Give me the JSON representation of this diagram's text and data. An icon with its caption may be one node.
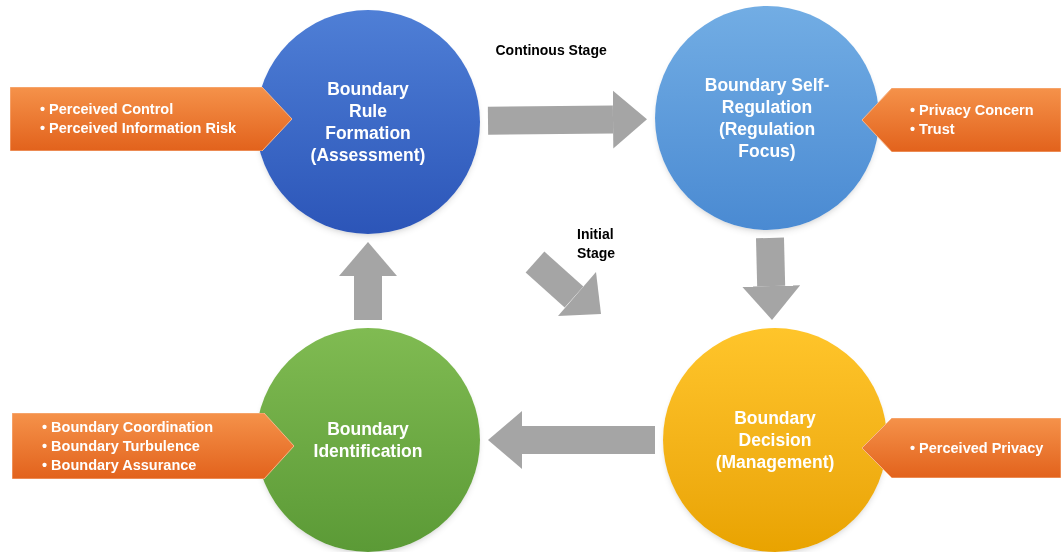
{
  "diagram": {
    "nodes": [
      {
        "text": [
          "Boundary Rule Formation (Assessment)"
        ]
      },
      {
        "text": [
          "Boundary Self-Regulation (Regulation Focus)"
        ]
      },
      {
        "text": [
          "Boundary Decision (Management)"
        ]
      },
      {
        "text": [
          "Boundary Identification"
        ]
      },
      {
        "text": [
          "•  Perceived Control",
          "•  Perceived Information Risk"
        ]
      },
      {
        "text": [
          "•  Privacy Concern",
          "•  Trust"
        ]
      },
      {
        "text": [
          "•  Boundary Coordination",
          "•  Boundary Turbulence",
          "•  Boundary Assurance"
        ]
      },
      {
        "text": [
          "•  Perceived Privacy"
        ]
      }
    ],
    "edges": [
      {
        "from": 0,
        "to": 1,
        "arrow": "to",
        "label": "Continous Stage"
      },
      {
        "from": 1,
        "to": 2,
        "arrow": "to"
      },
      {
        "from": 2,
        "to": 3,
        "arrow": "to"
      },
      {
        "from": 3,
        "to": 0,
        "arrow": "to"
      }
    ],
    "labels": [
      "Initial Stage"
    ]
  }
}
